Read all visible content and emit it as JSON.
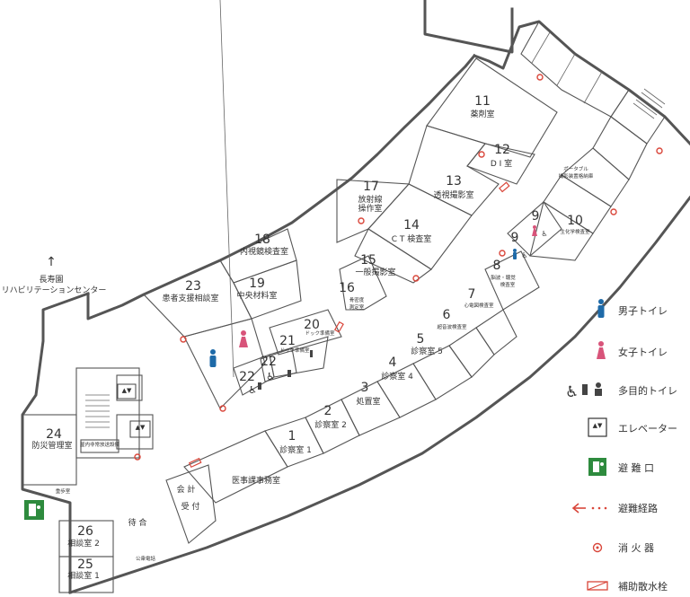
{
  "rooms": [
    {
      "num": "1",
      "name": "診察室 1"
    },
    {
      "num": "2",
      "name": "診察室 2"
    },
    {
      "num": "3",
      "name": "処置室"
    },
    {
      "num": "4",
      "name": "診察室 4"
    },
    {
      "num": "5",
      "name": "診察室 5"
    },
    {
      "num": "6",
      "name": "超音波検査室"
    },
    {
      "num": "7",
      "name": "心電図検査室"
    },
    {
      "num": "8",
      "name": "脳波・聴覚"
    },
    {
      "num": "9",
      "name": ""
    },
    {
      "num": "10",
      "name": "生化学検査室"
    },
    {
      "num": "11",
      "name": "薬剤室"
    },
    {
      "num": "12",
      "name": "D I 室"
    },
    {
      "num": "13",
      "name": "透視撮影室"
    },
    {
      "num": "14",
      "name": "C T 検査室"
    },
    {
      "num": "15",
      "name": "一般撮影室"
    },
    {
      "num": "16",
      "name": "骨密度"
    },
    {
      "num": "17",
      "name": "放射線"
    },
    {
      "num": "18",
      "name": "内視鏡検査室"
    },
    {
      "num": "19",
      "name": "中央材料室"
    },
    {
      "num": "20",
      "name": "ドック準備室"
    },
    {
      "num": "21",
      "name": "ドック準備室"
    },
    {
      "num": "22",
      "name": ""
    },
    {
      "num": "23",
      "name": "患者支援相談室"
    },
    {
      "num": "24",
      "name": "防災管理室"
    },
    {
      "num": "25",
      "name": "相談室 1"
    },
    {
      "num": "26",
      "name": "相談室 2"
    }
  ],
  "room_extra": {
    "r8_line2": "検査室",
    "r16_line2": "測定室",
    "r17_line2": "操作室",
    "portable": "ポータブル",
    "portable2": "撮影装置格納庫"
  },
  "labels": {
    "medical_office": "医事課事務室",
    "reception_1": "会 計",
    "reception_2": "受 付",
    "waiting": "待 合",
    "public_phone": "公衆電話",
    "broadcast_room": "屋内非常放送設備",
    "guard_room": "重歩室",
    "exit_label_line1": "長寿園",
    "exit_label_line2": "リハビリテーションセンター",
    "up_arrow": "↑"
  },
  "legend": [
    {
      "icon": "male-toilet-icon",
      "label": "男子トイレ"
    },
    {
      "icon": "female-toilet-icon",
      "label": "女子トイレ"
    },
    {
      "icon": "multipurpose-toilet-icon",
      "label": "多目的トイレ"
    },
    {
      "icon": "elevator-icon",
      "label": "エレベーター"
    },
    {
      "icon": "emergency-exit-icon",
      "label": "避 難 口"
    },
    {
      "icon": "evacuation-route-icon",
      "label": "避難経路"
    },
    {
      "icon": "fire-extinguisher-icon",
      "label": "消 火 器"
    },
    {
      "icon": "fire-hydrant-icon",
      "label": "補助散水栓"
    }
  ],
  "colors": {
    "male": "#1e6aa8",
    "female": "#d8547a",
    "exit": "#2e8b3e",
    "fire": "#d9463a",
    "wall": "#555555"
  }
}
